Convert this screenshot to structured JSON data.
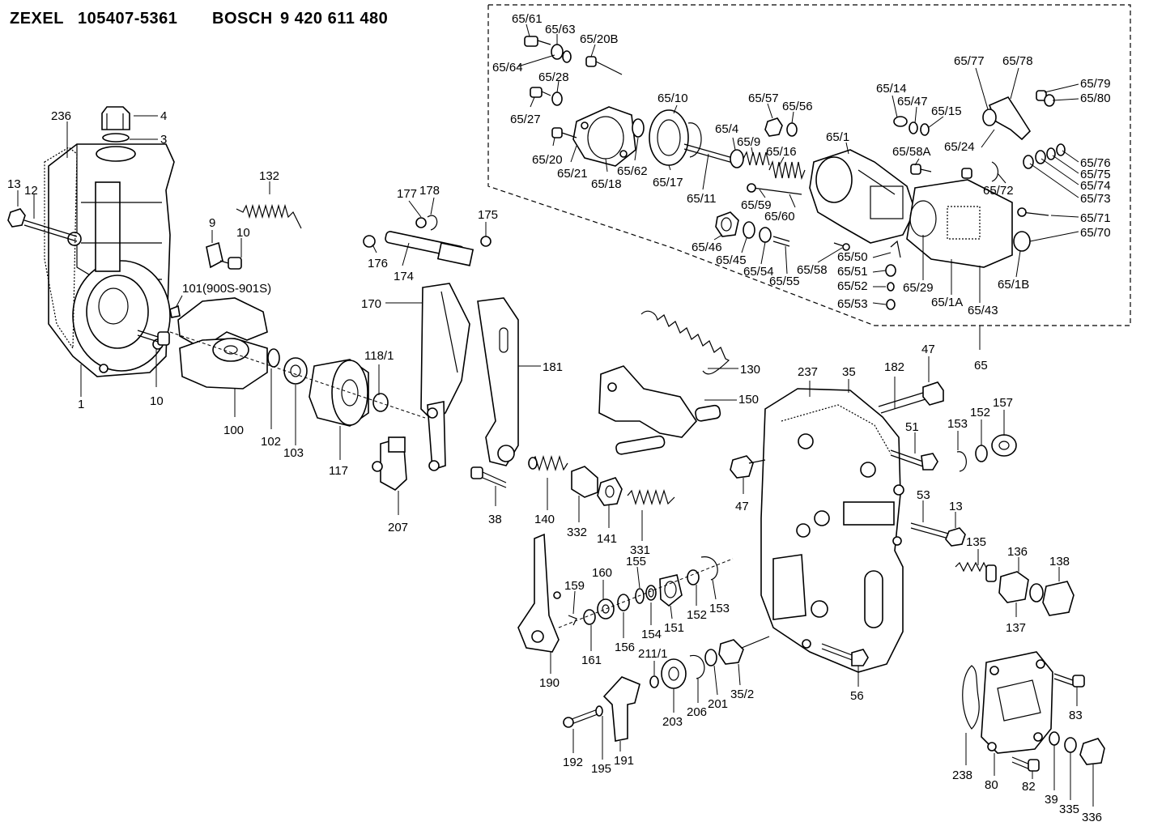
{
  "header": {
    "brand_zexel": "ZEXEL",
    "zexel_number": "105407-5361",
    "brand_bosch": "BOSCH",
    "bosch_number": "9 420 611 480"
  },
  "labels": {
    "l_65_61": "65/61",
    "l_65_63": "65/63",
    "l_65_20B": "65/20B",
    "l_65_64": "65/64",
    "l_65_28": "65/28",
    "l_65_27": "65/27",
    "l_65_20": "65/20",
    "l_65_21": "65/21",
    "l_65_18": "65/18",
    "l_65_62": "65/62",
    "l_65_17": "65/17",
    "l_65_10": "65/10",
    "l_65_11": "65/11",
    "l_65_4": "65/4",
    "l_65_9": "65/9",
    "l_65_57": "65/57",
    "l_65_56": "65/56",
    "l_65_16": "65/16",
    "l_65_1": "65/1",
    "l_65_14": "65/14",
    "l_65_47": "65/47",
    "l_65_15": "65/15",
    "l_65_77": "65/77",
    "l_65_78": "65/78",
    "l_65_79": "65/79",
    "l_65_80": "65/80",
    "l_65_24": "65/24",
    "l_65_58A": "65/58A",
    "l_65_76": "65/76",
    "l_65_75": "65/75",
    "l_65_74": "65/74",
    "l_65_73": "65/73",
    "l_65_72": "65/72",
    "l_65_71": "65/71",
    "l_65_70": "65/70",
    "l_65_59": "65/59",
    "l_65_60": "65/60",
    "l_65_46": "65/46",
    "l_65_45": "65/45",
    "l_65_54": "65/54",
    "l_65_55": "65/55",
    "l_65_58": "65/58",
    "l_65_50": "65/50",
    "l_65_51": "65/51",
    "l_65_52": "65/52",
    "l_65_53": "65/53",
    "l_65_29": "65/29",
    "l_65_1A": "65/1A",
    "l_65_43": "65/43",
    "l_65_1B": "65/1B",
    "l_65": "65",
    "l_236": "236",
    "l_4": "4",
    "l_3": "3",
    "l_13a": "13",
    "l_12": "12",
    "l_132": "132",
    "l_9": "9",
    "l_10a": "10",
    "l_101": "101(900S-901S)",
    "l_1": "1",
    "l_10b": "10",
    "l_100": "100",
    "l_102": "102",
    "l_103": "103",
    "l_117": "117",
    "l_118_1": "118/1",
    "l_177": "177",
    "l_178": "178",
    "l_175": "175",
    "l_176": "176",
    "l_174": "174",
    "l_170": "170",
    "l_181": "181",
    "l_207": "207",
    "l_130": "130",
    "l_150": "150",
    "l_237": "237",
    "l_35": "35",
    "l_182": "182",
    "l_47a": "47",
    "l_51": "51",
    "l_153a": "153",
    "l_152a": "152",
    "l_157": "157",
    "l_47b": "47",
    "l_38": "38",
    "l_140": "140",
    "l_332": "332",
    "l_141": "141",
    "l_331": "331",
    "l_53": "53",
    "l_13b": "13",
    "l_135": "135",
    "l_136": "136",
    "l_138": "138",
    "l_137": "137",
    "l_159": "159",
    "l_160": "160",
    "l_155": "155",
    "l_154": "154",
    "l_151": "151",
    "l_152b": "152",
    "l_153b": "153",
    "l_190": "190",
    "l_161": "161",
    "l_156": "156",
    "l_211_1": "211/1",
    "l_203": "203",
    "l_206": "206",
    "l_201": "201",
    "l_35_2": "35/2",
    "l_56": "56",
    "l_83": "83",
    "l_238": "238",
    "l_80": "80",
    "l_82": "82",
    "l_39": "39",
    "l_335": "335",
    "l_336": "336",
    "l_192": "192",
    "l_195": "195",
    "l_191": "191"
  }
}
